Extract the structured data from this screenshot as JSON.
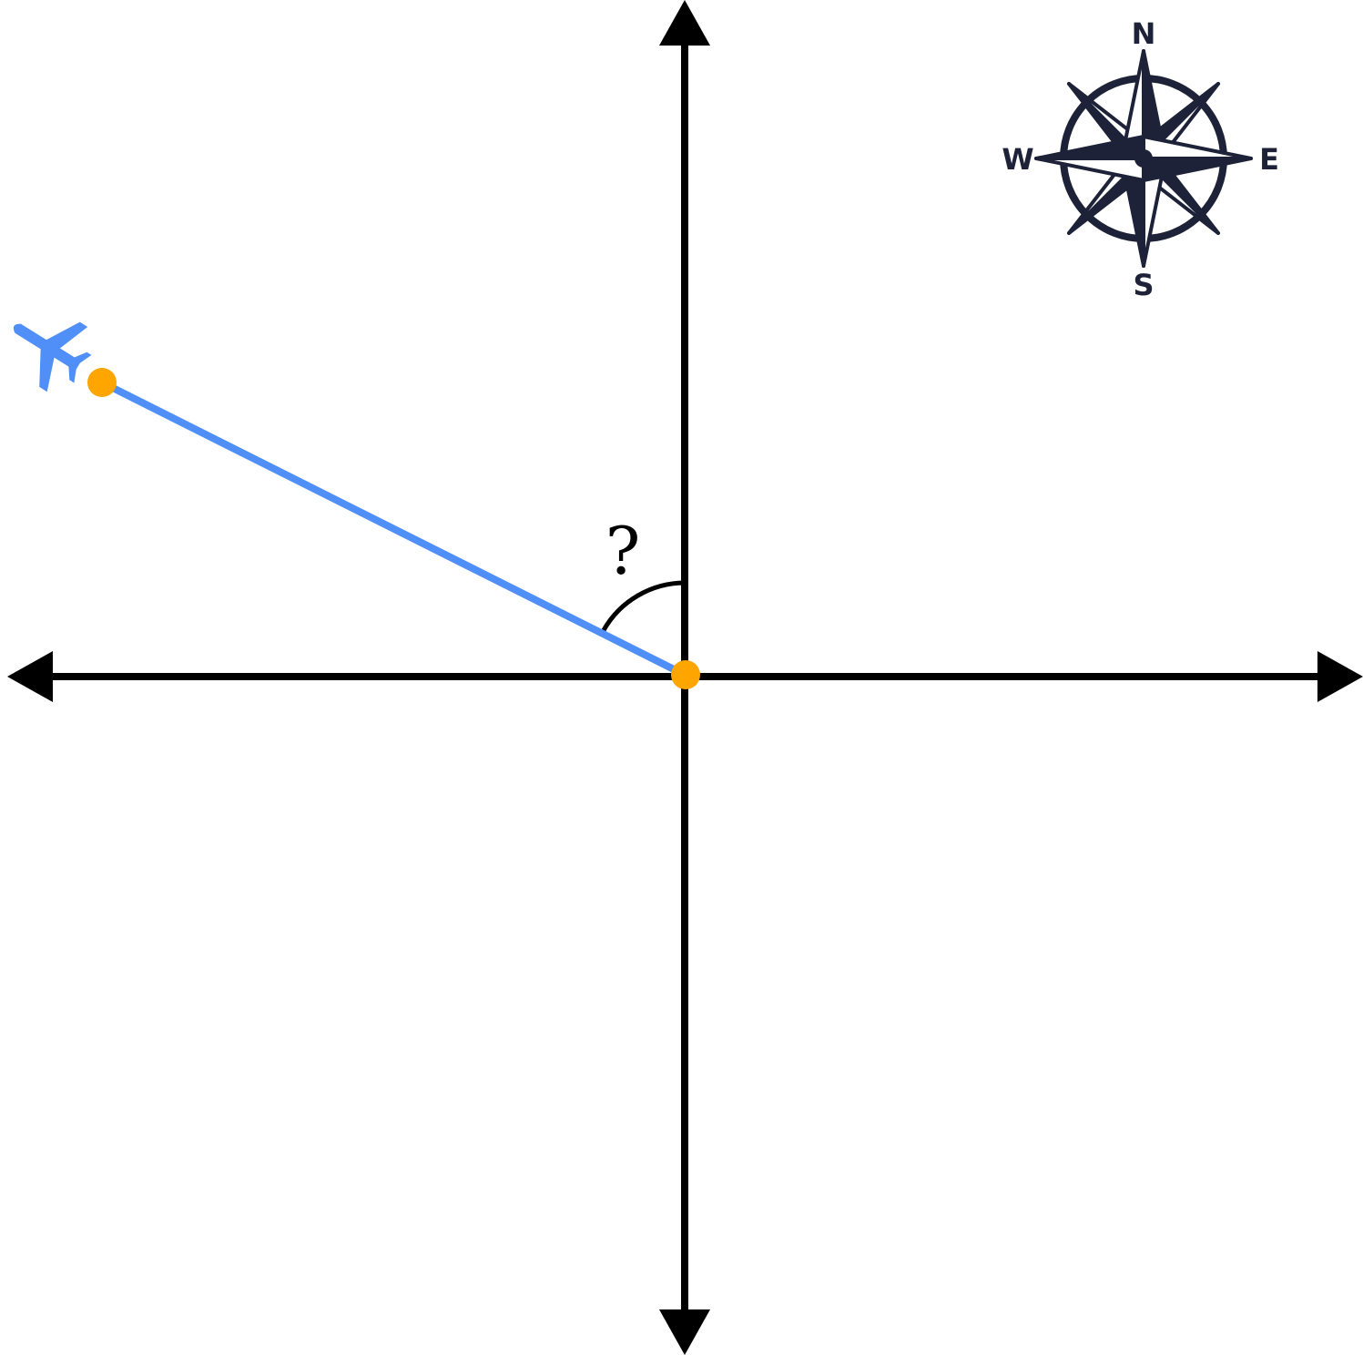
{
  "diagram": {
    "angle_label": "?",
    "compass": {
      "north": "N",
      "south": "S",
      "east": "E",
      "west": "W"
    },
    "colors": {
      "axis": "#000000",
      "path_line": "#4f8ff7",
      "point": "#ffa500",
      "airplane": "#4f8ff7",
      "compass": "#1e2238"
    },
    "icons": {
      "airplane": "airplane-icon",
      "compass": "compass-rose-icon"
    }
  }
}
